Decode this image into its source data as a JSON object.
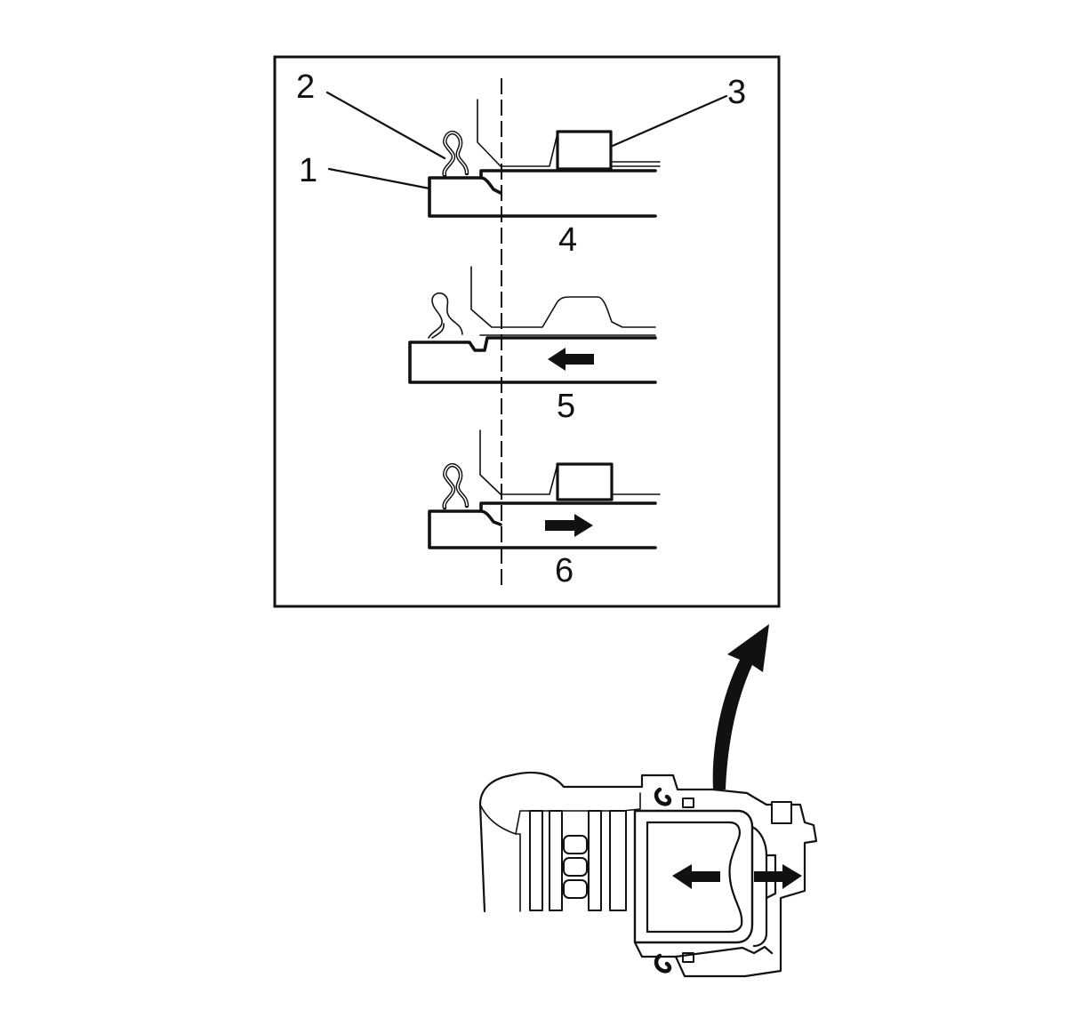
{
  "diagram": {
    "callouts": {
      "c1": "1",
      "c2": "2",
      "c3": "3",
      "c4": "4",
      "c5": "5",
      "c6": "6"
    },
    "colors": {
      "ink": "#111111",
      "background": "#ffffff"
    },
    "icons": {
      "direction_left": "arrow-left-icon",
      "direction_right": "arrow-right-icon",
      "detail_pointer": "curved-arrow-icon"
    }
  }
}
